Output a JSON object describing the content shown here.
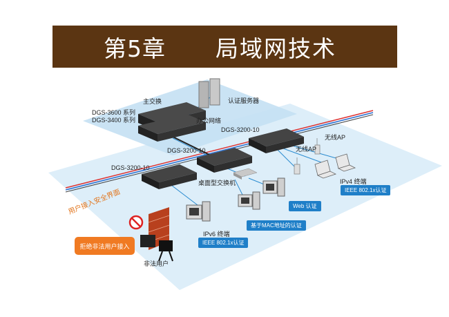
{
  "title": {
    "chapter": "第5章",
    "topic": "局域网技术"
  },
  "labels": {
    "main_switch": "主交换",
    "dgs3600": "DGS-3600 系列",
    "dgs3400": "DGS-3400 系列",
    "auth_server": "认证服务器",
    "office_network": "办公网络",
    "dgs3200_top": "DGS-3200-10",
    "dgs3200_mid": "DGS-3200-10",
    "dgs3200_left": "DGS-3200-10",
    "wireless_ap_1": "无线AP",
    "wireless_ap_2": "无线AP",
    "desktop_switch": "桌面型交换机",
    "ipv4_terminal": "IPv4 终端",
    "ipv6_terminal": "IPv6 终端",
    "illegal_user": "非法用户",
    "user_access_boundary": "用户接入安全界面"
  },
  "badges": {
    "web_auth": "Web 认证",
    "ieee_ipv4": "IEEE 802.1x认证",
    "mac_auth": "基于MAC地址的认证",
    "ieee_ipv6": "IEEE 802.1x认证"
  },
  "warning": "拒绝非法用户接入",
  "colors": {
    "title_bar": "#5b3512",
    "badge": "#1f7fc8",
    "warning": "#f07a22",
    "plane": "#cfe6f6"
  }
}
